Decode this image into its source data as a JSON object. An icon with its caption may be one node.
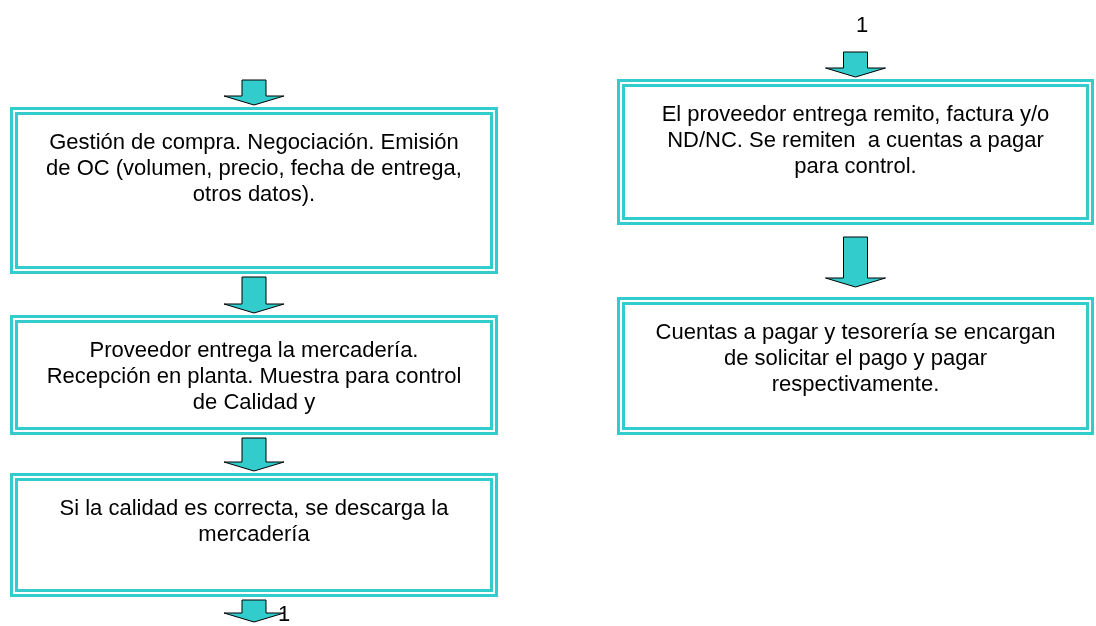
{
  "diagram": {
    "nodes": [
      {
        "text": [
          "Gestión de compra. Negociación. Emisión de OC (volumen, precio, fecha de entrega, otros datos)."
        ]
      },
      {
        "text": [
          "Proveedor entrega la mercadería. Recepción en planta. Muestra para control de Calidad y"
        ]
      },
      {
        "text": [
          "Si la calidad es correcta, se descarga la mercadería"
        ]
      },
      {
        "text": [
          "El proveedor entrega remito, factura y/o ND/NC. Se remiten  a cuentas a pagar para control."
        ]
      },
      {
        "text": [
          "Cuentas a pagar y tesorería se encargan de solicitar el pago y pagar respectivamente."
        ]
      }
    ],
    "edges": [
      {
        "from": null,
        "to": 0,
        "arrow": "to"
      },
      {
        "from": 0,
        "to": 1,
        "arrow": "to"
      },
      {
        "from": 1,
        "to": 2,
        "arrow": "to"
      },
      {
        "from": 2,
        "to": null,
        "arrow": "to"
      },
      {
        "from": null,
        "to": 3,
        "arrow": "to"
      },
      {
        "from": 3,
        "to": 4,
        "arrow": "to"
      }
    ],
    "labels": [
      "1",
      "1"
    ]
  }
}
